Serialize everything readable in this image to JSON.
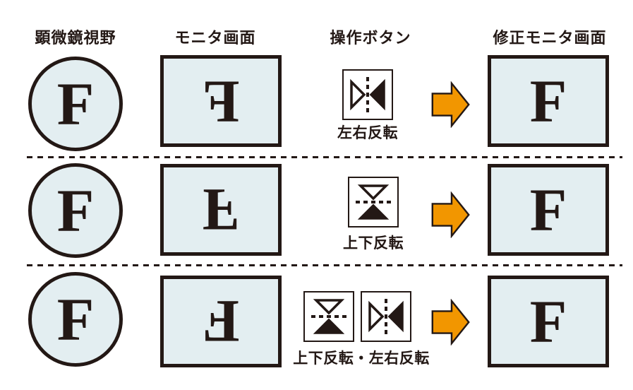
{
  "figure": {
    "letter": "F",
    "headers": {
      "col1": "顕微鏡視野",
      "col2": "モニタ画面",
      "col3": "操作ボタン",
      "col4": "修正モニタ画面"
    },
    "rows": [
      {
        "monitor_state": "mirrored-horizontally",
        "button_label": "左右反転",
        "buttons": [
          "flip-horizontal"
        ]
      },
      {
        "monitor_state": "flipped-vertically",
        "button_label": "上下反転",
        "buttons": [
          "flip-vertical"
        ]
      },
      {
        "monitor_state": "rotated-180",
        "button_label": "上下反転・左右反転",
        "buttons": [
          "flip-vertical",
          "flip-horizontal"
        ]
      }
    ],
    "icons": {
      "flip_horizontal": "flip-horizontal-icon",
      "flip_vertical": "flip-vertical-icon",
      "flow_arrow": "right-arrow-icon"
    },
    "colors": {
      "line": "#231815",
      "shape_fill": "#e3eef1",
      "arrow_fill": "#f29600",
      "background": "#ffffff"
    }
  }
}
